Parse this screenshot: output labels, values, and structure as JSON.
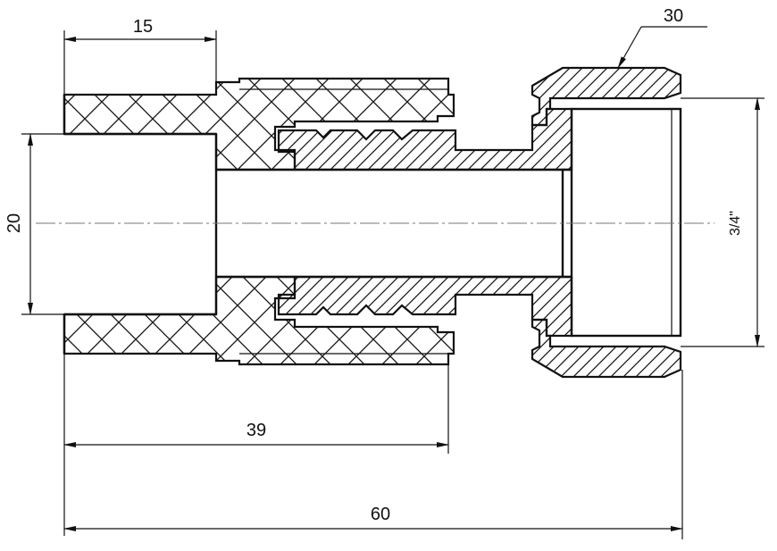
{
  "dimensions": {
    "top_length": "15",
    "left_diameter": "20",
    "middle_length": "39",
    "overall_length": "60",
    "nut_size": "30",
    "thread_size": "3/4\""
  },
  "colors": {
    "line": "#111111",
    "centerline": "#777777",
    "background": "#ffffff"
  }
}
